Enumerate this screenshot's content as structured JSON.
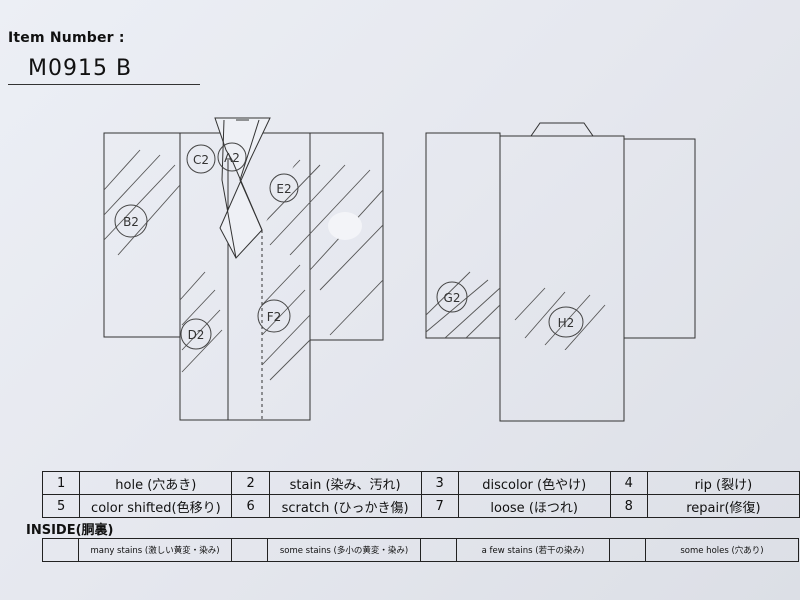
{
  "header": {
    "label": "Item Number :",
    "value": "M0915   B"
  },
  "diagram_markers": {
    "a2": "A2",
    "b2": "B2",
    "c2": "C2",
    "d2": "D2",
    "e2": "E2",
    "f2": "F2",
    "g2": "G2",
    "h2": "H2"
  },
  "legend": {
    "rows": [
      [
        {
          "num": "1",
          "text": "hole (穴あき)"
        },
        {
          "num": "2",
          "text": "stain (染み、汚れ)"
        },
        {
          "num": "3",
          "text": "discolor (色やけ)"
        },
        {
          "num": "4",
          "text": "rip (裂け)"
        }
      ],
      [
        {
          "num": "5",
          "text": "color shifted(色移り)"
        },
        {
          "num": "6",
          "text": "scratch (ひっかき傷)"
        },
        {
          "num": "7",
          "text": "loose (ほつれ)"
        },
        {
          "num": "8",
          "text": "repair(修復)"
        }
      ]
    ]
  },
  "inside": {
    "title": "INSIDE(胴裏)",
    "cells": [
      {
        "check": "",
        "text": "many stains (激しい黄変・染み)"
      },
      {
        "check": "",
        "text": "some stains (多小の黄変・染み)"
      },
      {
        "check": "",
        "text": "a few stains (若干の染み)"
      },
      {
        "check": "",
        "text": "some holes (穴あり)"
      }
    ]
  }
}
